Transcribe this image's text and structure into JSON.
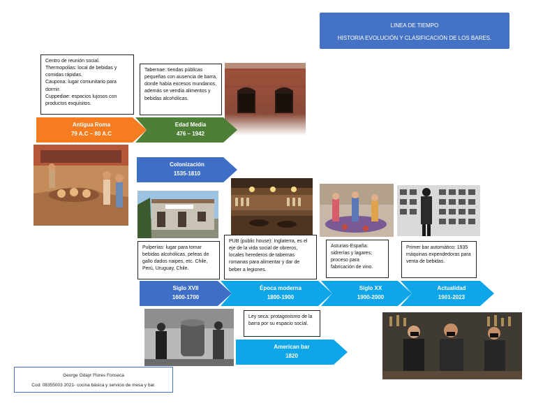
{
  "title": {
    "line1": "LINEA DE TIEMPO",
    "line2": "HISTORIA EVOLUCIÓN Y CLASIFICACIÓN DE LOS BARES."
  },
  "texts": {
    "roma": [
      "Centro de reunión social.",
      "Thermopolias: local de bebidas y comidas rápidas.",
      "Caupona: lugar comunitario para dormir.",
      "Cuppediae: espacios lujosos con productos exquisitos."
    ],
    "media": "Tabernae: tiendas públicas pequeñas con ausencia de barra, donde había excesos mundanos, además se vendía alimentos y bebidas alcohólicas.",
    "pulperias": "Pulperías: lugar para tomar bebidas alcohólicas, peleas de gallo dados naipes, etc. Chile, Perú, Uruguay, Chile.",
    "pub": "PUB (public house): Inglaterra, es el eje de la vida social de obreros, locales herederos de tabernas romanas para alimentar y dar de beber a legiones.",
    "asturias": "Asturias-España: sidrerías y lagares; proceso para fabricación de vino.",
    "automatico": "Primer bar automático: 1935 máquinas expendedoras para venta de bebidas.",
    "leyseca": "Ley seca: protagonismo de la barra por su espacio social."
  },
  "arrows": {
    "roma": {
      "label": "Antigua Roma",
      "dates": "79 A.C – 80 A.C"
    },
    "media": {
      "label": "Edad Media",
      "dates": "476 – 1942"
    },
    "colonizacion": {
      "label": "Colonización",
      "dates": "1535-1810"
    },
    "xvii": {
      "label": "Siglo XVII",
      "dates": "1600-1700"
    },
    "moderna": {
      "label": "Época moderna",
      "dates": "1800-1900"
    },
    "xx": {
      "label": "Siglo XX",
      "dates": "1900-2000"
    },
    "actualidad": {
      "label": "Actualidad",
      "dates": "1901-2023"
    },
    "american": {
      "label": "American bar",
      "dates": "1820"
    }
  },
  "author": {
    "name": "George Odayr Flores Fonseca",
    "code": "Cod: 08355003 2021- cocina básica y servicio de mesa y bar."
  },
  "colors": {
    "orange": "#f57c1f",
    "green": "#4e7f37",
    "blue": "#3f6ec6",
    "cyan": "#0ea5e9",
    "title": "#4472c4"
  },
  "images": {
    "roman_fresco": "roman-fresco-image",
    "ruins": "ancient-ruins-image",
    "pulperia": "pulperia-building-image",
    "pub_interior": "pub-interior-image",
    "cider_painting": "cider-painting-image",
    "automat": "automat-machines-image",
    "prohibition": "prohibition-photo-image",
    "bartenders": "modern-bartenders-image"
  }
}
